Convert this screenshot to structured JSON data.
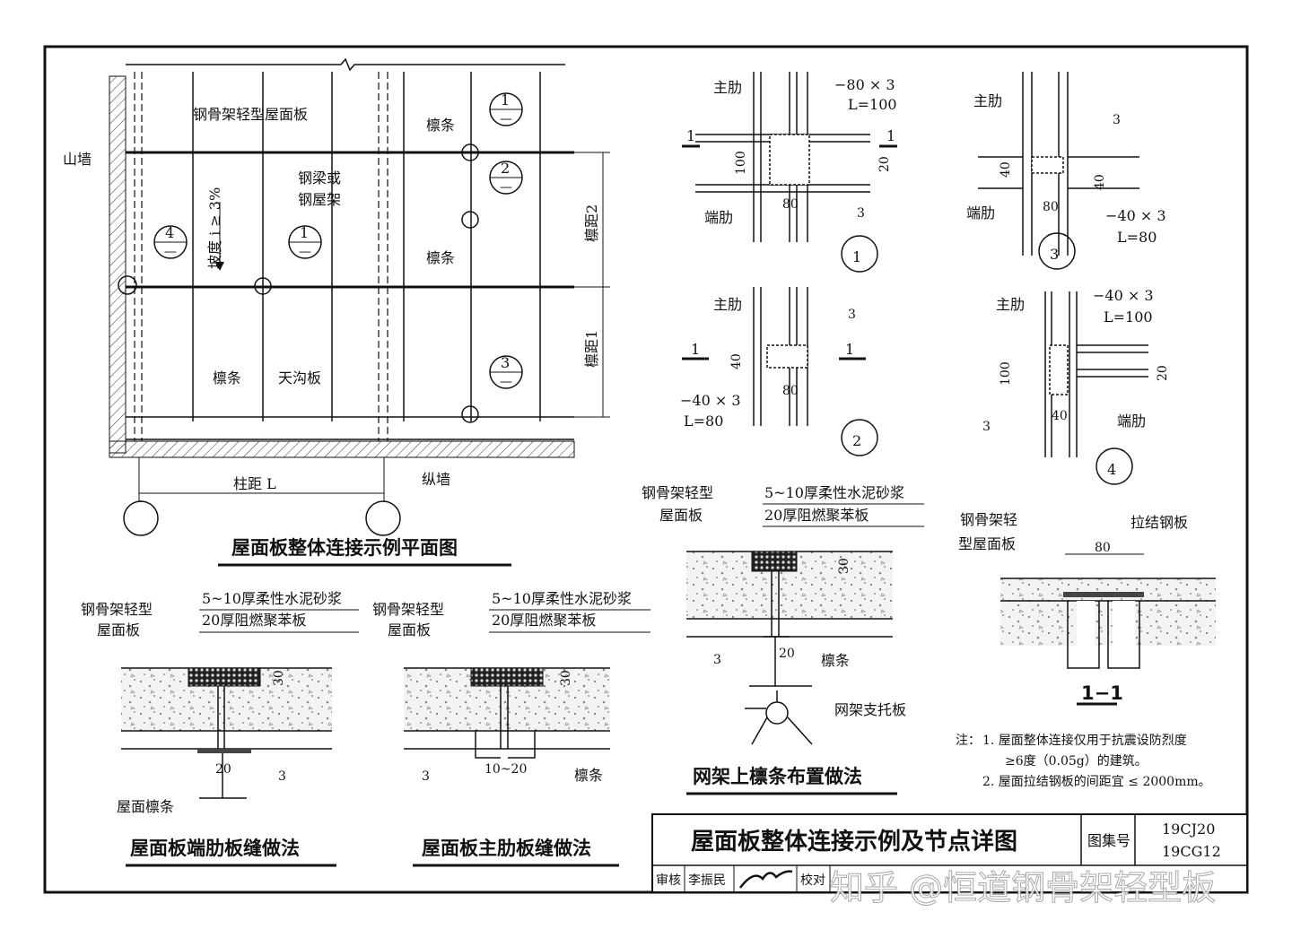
{
  "plan": {
    "title": "屋面板整体连接示例平面图",
    "panel_label": "钢骨架轻型屋面板",
    "gable_wall": "山墙",
    "purlin_1": "檩条",
    "purlin_2": "檩条",
    "purlin_3": "檩条",
    "steel_beam_1": "钢梁或",
    "steel_beam_2": "钢屋架",
    "slope": "坡度 i ≥ 3%",
    "gutter": "天沟板",
    "long_wall": "纵墙",
    "column_spacing": "柱距 L",
    "purlin_spacing_1": "檩距1",
    "purlin_spacing_2": "檩距2",
    "callouts": [
      {
        "num": "1",
        "sub": "—"
      },
      {
        "num": "2",
        "sub": "—"
      },
      {
        "num": "3",
        "sub": "—"
      },
      {
        "num": "4",
        "sub": "—"
      },
      {
        "num": "1",
        "sub": "—"
      }
    ]
  },
  "detail1": {
    "main_rib": "主肋",
    "plate": "−80 × 3",
    "length": "L=100",
    "cut_a": "1",
    "cut_b": "1",
    "dim_100": "100",
    "dim_20": "20",
    "dim_80": "80",
    "weld": "3",
    "end_rib": "端肋",
    "label": "1"
  },
  "detail2": {
    "main_rib": "主肋",
    "weld": "3",
    "cut_a": "1",
    "cut_b": "1",
    "dim_40": "40",
    "dim_80": "80",
    "plate": "−40 × 3",
    "length": "L=80",
    "label": "2"
  },
  "detail3": {
    "main_rib": "主肋",
    "weld": "3",
    "dim_40a": "40",
    "dim_40b": "40",
    "dim_80": "80",
    "end_rib": "端肋",
    "plate": "−40 × 3",
    "length": "L=80",
    "label": "3"
  },
  "detail4": {
    "main_rib": "主肋",
    "plate": "−40 × 3",
    "length": "L=100",
    "dim_100": "100",
    "dim_20": "20",
    "weld": "3",
    "dim_40": "40",
    "end_rib": "端肋",
    "label": "4"
  },
  "section_end": {
    "title": "屋面板端肋板缝做法",
    "panel_1": "钢骨架轻型",
    "panel_2": "屋面板",
    "mortar": "5~10厚柔性水泥砂浆",
    "board": "20厚阻燃聚苯板",
    "dim_30": "30",
    "dim_20": "20",
    "weld": "3",
    "purlin": "屋面檩条"
  },
  "section_main": {
    "title": "屋面板主肋板缝做法",
    "panel_1": "钢骨架轻型",
    "panel_2": "屋面板",
    "mortar": "5~10厚柔性水泥砂浆",
    "board": "20厚阻燃聚苯板",
    "dim_30": "30",
    "gap": "10~20",
    "weld": "3",
    "purlin": "檩条"
  },
  "section_grid": {
    "title": "网架上檩条布置做法",
    "panel_1": "钢骨架轻型",
    "panel_2": "屋面板",
    "mortar": "5~10厚柔性水泥砂浆",
    "board": "20厚阻燃聚苯板",
    "dim_30": "30",
    "dim_20": "20",
    "weld": "3",
    "purlin": "檩条",
    "support": "网架支托板"
  },
  "section_11": {
    "title": "1−1",
    "panel_1": "钢骨架轻",
    "panel_2": "型屋面板",
    "tie_plate": "拉结钢板",
    "dim_80": "80"
  },
  "notes": {
    "label": "注：",
    "n1a": "1.  屋面整体连接仅用于抗震设防烈度",
    "n1b": "≥6度（0.05g）的建筑。",
    "n2": "2.  屋面拉结钢板的间距宜 ≤ 2000mm。"
  },
  "title_block": {
    "title": "屋面板整体连接示例及节点详图",
    "atlas_label": "图集号",
    "atlas_1": "19CJ20",
    "atlas_2": "19CG12",
    "review_label": "审核",
    "reviewer": "李振民",
    "check_label": "校对"
  },
  "watermark": "知乎 @恒道钢骨架轻型板"
}
